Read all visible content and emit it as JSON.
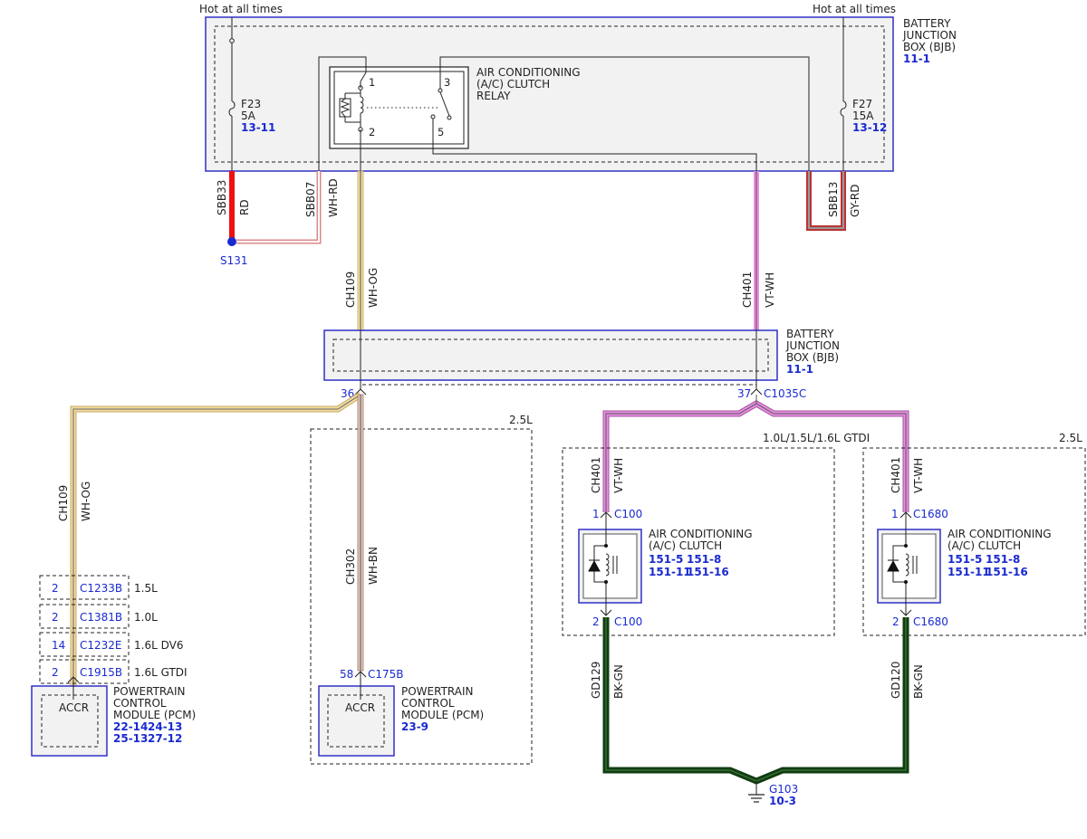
{
  "top": {
    "hot_left": "Hot at all times",
    "hot_right": "Hot at all times"
  },
  "bjb_top": {
    "name_lines": [
      "BATTERY",
      "JUNCTION",
      "BOX (BJB)"
    ],
    "ref": "11-1",
    "fuse_left": {
      "name": "F23",
      "rating": "5A",
      "ref": "13-11"
    },
    "fuse_right": {
      "name": "F27",
      "rating": "15A",
      "ref": "13-12"
    },
    "relay": {
      "name_lines": [
        "AIR CONDITIONING",
        "(A/C) CLUTCH",
        "RELAY"
      ],
      "pins": [
        "1",
        "2",
        "3",
        "5"
      ]
    }
  },
  "bjb_mid": {
    "name_lines": [
      "BATTERY",
      "JUNCTION",
      "BOX (BJB)"
    ],
    "ref": "11-1",
    "pin_left": "36",
    "pin_right": "37",
    "connector_right": "C1035C"
  },
  "splice": {
    "name": "S131"
  },
  "wires": {
    "sbb33": {
      "circuit": "SBB33",
      "color": "RD"
    },
    "sbb07": {
      "circuit": "SBB07",
      "color": "WH-RD"
    },
    "sbb13": {
      "circuit": "SBB13",
      "color": "GY-RD"
    },
    "ch109_top": {
      "circuit": "CH109",
      "color": "WH-OG"
    },
    "ch401_top": {
      "circuit": "CH401",
      "color": "VT-WH"
    },
    "ch109_left": {
      "circuit": "CH109",
      "color": "WH-OG"
    },
    "ch302": {
      "circuit": "CH302",
      "color": "WH-BN"
    },
    "ch401_a": {
      "circuit": "CH401",
      "color": "VT-WH"
    },
    "ch401_b": {
      "circuit": "CH401",
      "color": "VT-WH"
    },
    "gd129": {
      "circuit": "GD129",
      "color": "BK-GN"
    },
    "gd120": {
      "circuit": "GD120",
      "color": "BK-GN"
    }
  },
  "pcm_connectors": [
    {
      "pin": "2",
      "connector": "C1233B",
      "variant": "1.5L"
    },
    {
      "pin": "2",
      "connector": "C1381B",
      "variant": "1.0L"
    },
    {
      "pin": "14",
      "connector": "C1232E",
      "variant": "1.6L DV6"
    },
    {
      "pin": "2",
      "connector": "C1915B",
      "variant": "1.6L GTDI"
    }
  ],
  "pcm_left": {
    "inner": "ACCR",
    "name_lines": [
      "POWERTRAIN",
      "CONTROL",
      "MODULE (PCM)"
    ],
    "refs": [
      "22-14",
      "24-13",
      "25-13",
      "27-12"
    ]
  },
  "pcm_mid": {
    "variant": "2.5L",
    "pin": "58",
    "connector": "C175B",
    "inner": "ACCR",
    "name_lines": [
      "POWERTRAIN",
      "CONTROL",
      "MODULE (PCM)"
    ],
    "ref": "23-9"
  },
  "clutch_a": {
    "variant": "1.0L/1.5L/1.6L GTDI",
    "pin_top": "1",
    "conn_top": "C100",
    "pin_bottom": "2",
    "conn_bottom": "C100",
    "name_lines": [
      "AIR CONDITIONING",
      "(A/C) CLUTCH"
    ],
    "refs": [
      "151-5",
      "151-8",
      "151-11",
      "151-16"
    ]
  },
  "clutch_b": {
    "variant": "2.5L",
    "pin_top": "1",
    "conn_top": "C1680",
    "pin_bottom": "2",
    "conn_bottom": "C1680",
    "name_lines": [
      "AIR CONDITIONING",
      "(A/C) CLUTCH"
    ],
    "refs": [
      "151-5",
      "151-8",
      "151-11",
      "151-16"
    ]
  },
  "ground": {
    "name": "G103",
    "ref": "10-3"
  },
  "colors": {
    "red": "#ee1111",
    "wh_og": "#f1dca0",
    "wh_rd": "#f3c8c8",
    "vt_wh": "#e88ee0",
    "wh_bn": "#e2c8bc",
    "bk_gn": "#123c12",
    "module_border": "#3030c8"
  }
}
